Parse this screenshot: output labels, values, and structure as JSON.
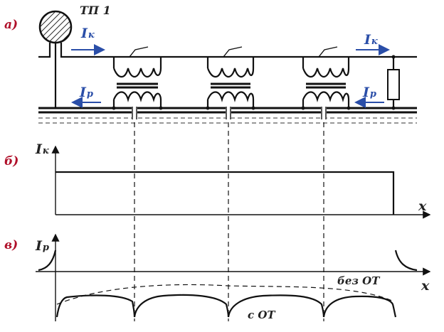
{
  "labels": {
    "panel_a": "а)",
    "panel_b": "б)",
    "panel_c": "в)",
    "substation": "ТП 1",
    "ik_left": "I",
    "ik_left_sub": "к",
    "ik_right": "I",
    "ik_right_sub": "к",
    "ip_left": "I",
    "ip_left_sub": "р",
    "ip_right": "I",
    "ip_right_sub": "р",
    "axis_b_y": "I",
    "axis_b_y_sub": "к",
    "axis_b_x": "x",
    "axis_c_y": "I",
    "axis_c_y_sub": "р",
    "axis_c_x": "x",
    "curve_without": "без ОТ",
    "curve_with": "с ОТ"
  },
  "colors": {
    "panel_label": "#b0102a",
    "current_arrow": "#2a4ea8",
    "line": "#111111"
  }
}
